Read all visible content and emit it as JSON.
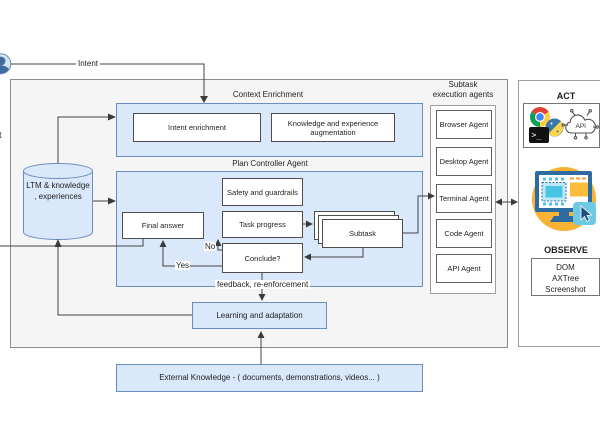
{
  "diagram": {
    "left_edge": {
      "fragment": "t"
    },
    "edge_labels": {
      "intent": "Intent",
      "yes": "Yes",
      "no": "No",
      "feedback": "feedback, re-enforcement"
    },
    "memory_store": {
      "line1": "LTM & knowledge",
      "line2": ", experiences"
    },
    "context_enrichment": {
      "title": "Context Enrichment",
      "intent_enrichment": "Intent enrichment",
      "knowledge_augmentation": "Knowledge and experience augmentation"
    },
    "plan_controller": {
      "title": "Plan Controller Agent",
      "safety": "Safety and guardrails",
      "final_answer": "Final answer",
      "task_progress": "Task progress",
      "conclude": "Conclude?",
      "subtask": "Subtask"
    },
    "learning": {
      "label": "Learning and adaptation"
    },
    "subtask_agents": {
      "title_line1": "Subtask",
      "title_line2": "execution agents",
      "agents": [
        "Browser Agent",
        "Desktop Agent",
        "Terminal Agent",
        "Code Agent",
        "API Agent"
      ]
    },
    "external_knowledge": {
      "label": "External Knowledge - ( documents, demonstrations, videos... )"
    },
    "act_observe_panel": {
      "act_title": "ACT",
      "terminal_glyph": ">_",
      "api_glyph": "API",
      "observe_title": "OBSERVE",
      "observe_lines": [
        "DOM",
        "AXTree",
        "Screenshot"
      ]
    },
    "colors": {
      "node_blue_fill": "#dae8fc",
      "node_blue_border": "#6c8ebf",
      "container_fill": "#f5f5f5",
      "illustration_orange": "#f9b233",
      "illustration_teal": "#5fc4e1",
      "monitor_blue": "#2d6ca2"
    }
  }
}
